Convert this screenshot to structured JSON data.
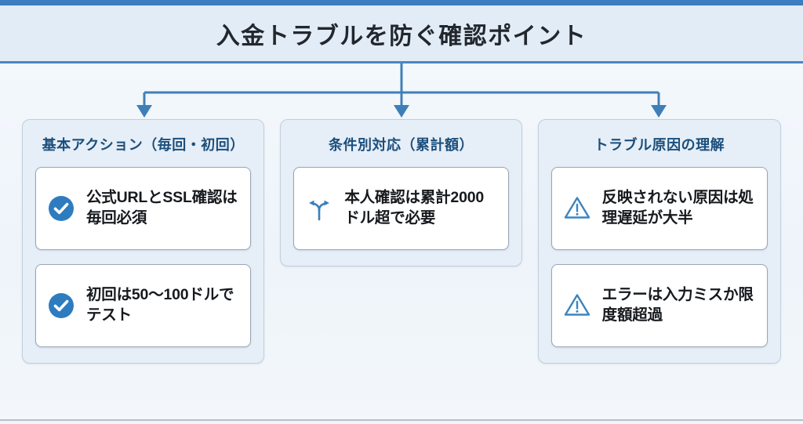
{
  "theme": {
    "accent_blue": "#3b7dc0",
    "title_band_bg": "#e2ecf6",
    "panel_bg": "#e6eef7",
    "card_bg": "#ffffff",
    "header_text": "#1b4f7c",
    "body_text": "#16191d",
    "icon_blue": "#2e7cc0",
    "warn_blue": "#3b85c0"
  },
  "header": {
    "title": "入金トラブルを防ぐ確認ポイント"
  },
  "columns": [
    {
      "id": "basic-actions",
      "header": "基本アクション（毎回・初回）",
      "cards": [
        {
          "icon": "check-circle-icon",
          "text": "公式URLとSSL確認は毎回必須"
        },
        {
          "icon": "check-circle-icon",
          "text": "初回は50〜100ドルでテスト"
        }
      ]
    },
    {
      "id": "conditional-handling",
      "header": "条件別対応（累計額）",
      "cards": [
        {
          "icon": "branch-fork-icon",
          "text": "本人確認は累計2000ドル超で必要"
        }
      ]
    },
    {
      "id": "trouble-causes",
      "header": "トラブル原因の理解",
      "cards": [
        {
          "icon": "warning-triangle-icon",
          "text": "反映されない原因は処理遅延が大半"
        },
        {
          "icon": "warning-triangle-icon",
          "text": "エラーは入力ミスか限度額超過"
        }
      ]
    }
  ]
}
